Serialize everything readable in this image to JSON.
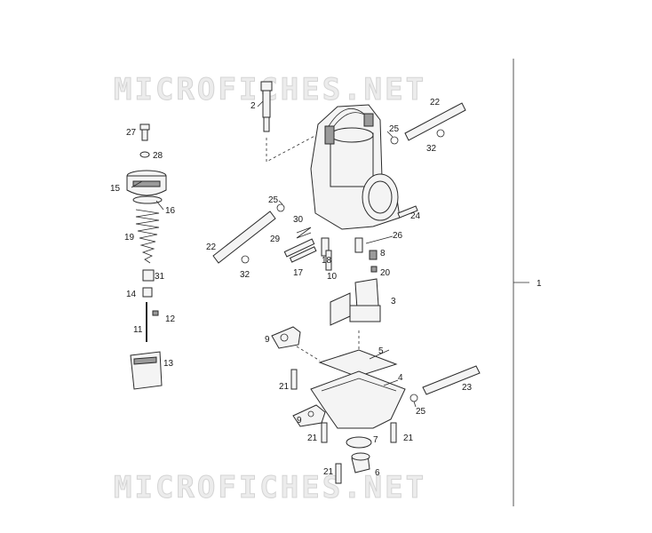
{
  "watermark": {
    "top": "MICROFICHES.NET",
    "bottom": "MICROFICHES.NET"
  },
  "callouts": {
    "c1": "1",
    "c2": "2",
    "c3": "3",
    "c4": "4",
    "c5": "5",
    "c6": "6",
    "c7": "7",
    "c8": "8",
    "c9a": "9",
    "c9b": "9",
    "c10": "10",
    "c11": "11",
    "c12": "12",
    "c13": "13",
    "c14": "14",
    "c15": "15",
    "c16": "16",
    "c17": "17",
    "c18": "18",
    "c19": "19",
    "c20": "20",
    "c21a": "21",
    "c21b": "21",
    "c21c": "21",
    "c21d": "21",
    "c22a": "22",
    "c22b": "22",
    "c23": "23",
    "c24": "24",
    "c25a": "25",
    "c25b": "25",
    "c25c": "25",
    "c26": "26",
    "c27": "27",
    "c28": "28",
    "c29": "29",
    "c30": "30",
    "c31": "31",
    "c32a": "32",
    "c32b": "32"
  }
}
